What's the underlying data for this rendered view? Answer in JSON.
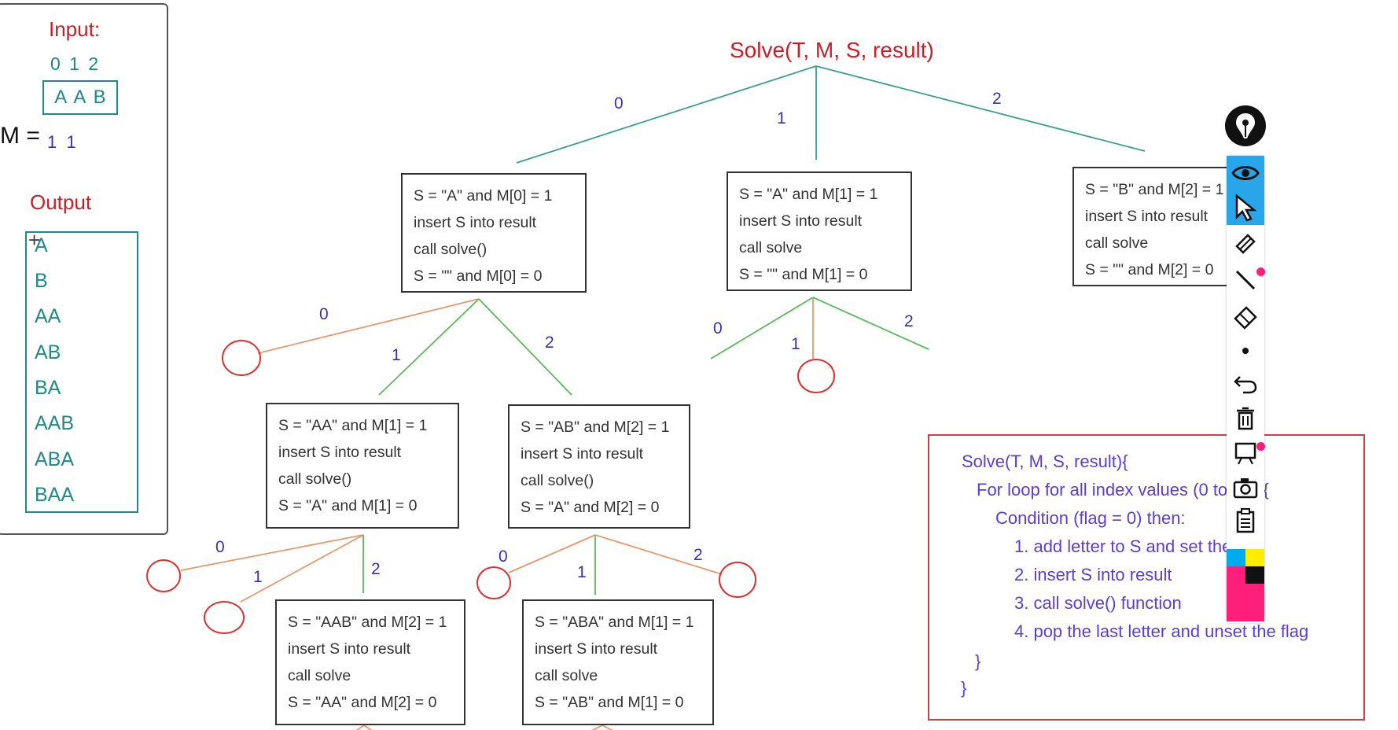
{
  "input_panel": {
    "input_title": "Input:",
    "indices": "0 1 2",
    "letters": "A A B",
    "m_label": "M =",
    "m_values": "1 1",
    "output_title": "Output",
    "output_items": [
      "A",
      "B",
      "AA",
      "AB",
      "BA",
      "AAB",
      "ABA",
      "BAA"
    ]
  },
  "tree": {
    "root": "Solve(T, M, S, result)",
    "root_edges": [
      "0",
      "1",
      "2"
    ],
    "nodes": {
      "n0": [
        "S = \"A\" and M[0] = 1",
        "insert S into result",
        "call solve()",
        "S = \"\" and M[0] = 0"
      ],
      "n1": [
        "S = \"A\" and M[1] = 1",
        "insert S into result",
        "call solve",
        "S = \"\" and M[1] = 0"
      ],
      "n2": [
        "S = \"B\" and M[2] = 1",
        "insert S into result",
        "call solve",
        "S = \"\" and M[2] = 0"
      ],
      "n00": [
        "S = \"AA\" and M[1] = 1",
        "insert S into result",
        "call solve()",
        "S = \"A\" and M[1] = 0"
      ],
      "n01": [
        "S = \"AB\" and M[2] = 1",
        "insert S into result",
        "call solve()",
        "S = \"A\" and M[2] = 0"
      ],
      "n000": [
        "S = \"AAB\" and M[2] = 1",
        "insert S into result",
        "call solve",
        "S = \"AA\" and M[2] = 0"
      ],
      "n010": [
        "S = \"ABA\" and M[1] = 1",
        "insert S into result",
        "call solve",
        "S = \"AB\" and M[1] = 0"
      ]
    },
    "edge_labels": {
      "a": [
        "0",
        "1",
        "2"
      ],
      "b": [
        "0",
        "1",
        "2"
      ],
      "c": [
        "0",
        "1",
        "2"
      ],
      "d": [
        "0",
        "1",
        "2"
      ]
    }
  },
  "code": {
    "lines": [
      "Solve(T, M, S, result){",
      "For loop for all index values (0 to n-1){",
      "Condition (flag = 0) then:",
      "1. add letter to S and set the flag",
      "2. insert S into result",
      "3. call solve() function",
      "4. pop the last letter and unset the flag",
      "}",
      "}"
    ]
  },
  "toolbar": {
    "tools": [
      "pen-icon",
      "eye-icon",
      "cursor-icon",
      "highlighter-icon",
      "line-icon",
      "eraser-icon",
      "dot-icon",
      "undo-icon",
      "trash-icon",
      "whiteboard-icon",
      "camera-icon",
      "clipboard-icon"
    ],
    "colors": [
      "#00aaee",
      "#ffee00",
      "#ff1e7a",
      "#111111"
    ]
  }
}
